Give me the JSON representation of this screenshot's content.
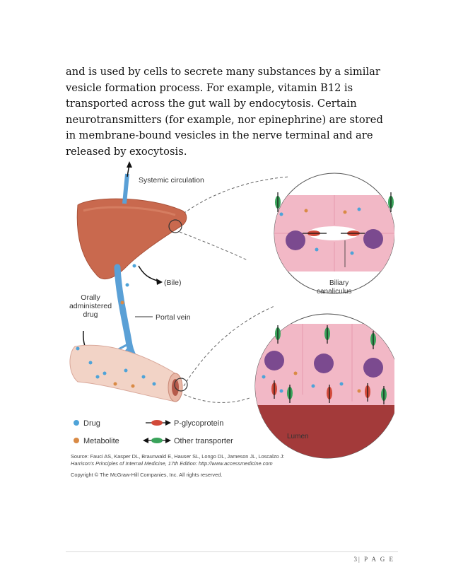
{
  "paragraph": {
    "lines": [
      "and is used by cells to secrete many substances by a similar",
      "vesicle formation process. For example, vitamin B12 is",
      "transported across the gut wall by endocytosis. Certain",
      "neurotransmitters (for example, nor epinephrine) are stored",
      "in membrane-bound vesicles in the nerve terminal and are",
      "released by exocytosis."
    ]
  },
  "figure": {
    "labels": {
      "systemic_circulation": "Systemic circulation",
      "bile": "(Bile)",
      "orally_1": "Orally",
      "orally_2": "administered",
      "orally_3": "drug",
      "portal_vein": "Portal vein",
      "biliary_1": "Biliary",
      "biliary_2": "canaliculus",
      "lumen": "Lumen"
    },
    "legend": {
      "drug": "Drug",
      "metabolite": "Metabolite",
      "pgp": "P-glycoprotein",
      "other": "Other transporter"
    },
    "source": {
      "line1": "Source: Fauci AS, Kasper DL, Braunwald E, Hauser SL, Longo DL, Jameson JL, Loscalzo J:",
      "line2": "Harrison's Principles of Internal Medicine, 17th Edition: http://www.accessmedicine.com",
      "line3": "Copyright © The McGraw-Hill Companies, Inc. All rights reserved."
    },
    "colors": {
      "liver": "#c9694e",
      "vein": "#5aa0d6",
      "cell": "#f2b8c6",
      "nucleus": "#7b4a8f",
      "drug": "#4ea3d8",
      "metabolite": "#d98a45",
      "pgp": "#d24a3a",
      "other": "#3aa35b"
    }
  },
  "footer": {
    "page_number": "3",
    "separator": "|",
    "page_word": "P A G E"
  }
}
